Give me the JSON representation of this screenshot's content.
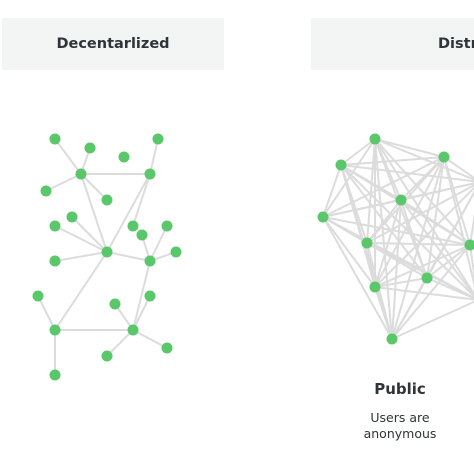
{
  "headers": {
    "left": "Decentarlized",
    "right": "Distributed"
  },
  "right_panel": {
    "title": "Public",
    "subtitle_lines": [
      "Users are",
      "anonymous"
    ]
  },
  "colors": {
    "node": "#5ac86a",
    "edge": "#dcdcdc",
    "header_bg": "#f3f4f4",
    "text": "#2f3438"
  }
}
